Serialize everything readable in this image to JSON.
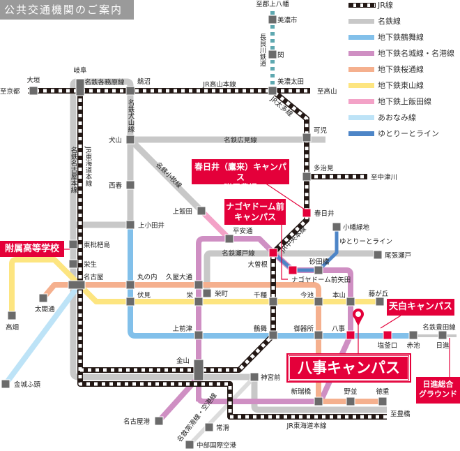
{
  "title": "公共交通機関のご案内",
  "legend": [
    {
      "label": "JR線",
      "color": "#231815"
    },
    {
      "label": "名鉄線",
      "color": "#c8c8c8"
    },
    {
      "label": "地下鉄鶴舞線",
      "color": "#82c0ea"
    },
    {
      "label": "地下鉄名城線・名港線",
      "color": "#cf8fc3"
    },
    {
      "label": "地下鉄桜通線",
      "color": "#f5b08e"
    },
    {
      "label": "地下鉄東山線",
      "color": "#fde580"
    },
    {
      "label": "地下鉄上飯田線",
      "color": "#f3a2c7"
    },
    {
      "label": "あおなみ線",
      "color": "#bde3f7"
    },
    {
      "label": "ゆとりーとライン",
      "color": "#4d85c7"
    }
  ],
  "colors": {
    "campus": "#e4003a",
    "station": "#6b6b6b",
    "nagaragawa": "#5ea8b0"
  },
  "stations": {
    "ogaki": "大垣",
    "gifu": "岐阜",
    "unuma": "鵜沼",
    "minoota": "美濃太田",
    "minoshi": "美濃市",
    "seki": "関",
    "inuyama": "犬山",
    "nishiharu": "西春",
    "kamiotai": "上小田井",
    "kamiiida": "上飯田",
    "heiandori": "平安通",
    "higashibiwajima": "東枇杷島",
    "sako": "栄生",
    "nagoya": "名古屋",
    "taikodori": "太閤通",
    "takabata": "高畑",
    "kinjofuto": "金城ふ頭",
    "marunouchi": "丸の内",
    "fushimi": "伏見",
    "hisayaodori": "久屋大通",
    "sakae": "栄",
    "sakaemachi": "栄町",
    "chikusa": "千種",
    "ozone": "大曽根",
    "sunadabashi": "砂田橋",
    "domeyada": "ナゴヤドーム前矢田",
    "obataryokuchi": "小幡緑地",
    "owariseto": "尾張瀬戸",
    "kasugai": "春日井",
    "tajimi": "多治見",
    "kani": "可児",
    "imaike": "今池",
    "motoyama": "本山",
    "fujigaoka": "藤が丘",
    "kamimaezu": "上前津",
    "tsurumai": "鶴舞",
    "gokiso": "御器所",
    "yagoto": "八事",
    "shiogamaguchi": "塩釜口",
    "akaike": "赤池",
    "nisshin": "日進",
    "kanayama": "金山",
    "jingumae": "神宮前",
    "nagoyako": "名古屋港",
    "tokoname": "常滑",
    "chubu_airport": "中部国際空港",
    "aratamabashi": "新瑞橋",
    "nonami": "野並",
    "tokushige": "徳重"
  },
  "line_labels": {
    "jr_takayama": "JR高山本線",
    "meitetsu_kakamigahara": "名鉄各務原線",
    "meitetsu_inuyama": "名鉄犬山線",
    "meitetsu_nagoya": "名鉄名古屋本線",
    "jr_tokaido_v": "JR東海道本線",
    "meitetsu_hiromi": "名鉄広見線",
    "meitetsu_komaki": "名鉄小牧線",
    "nagaragawa": "長良川鉄道",
    "jr_taita": "JR太多線",
    "jr_chuo": "JR中央本線",
    "yutorito": "ゆとりーとライン",
    "meitetsu_seto": "名鉄瀬戸線",
    "meitetsu_toyota": "名鉄豊田線",
    "jr_tokaido_h": "JR東海道本線",
    "meitetsu_tokoname": "名鉄常滑線・空港線"
  },
  "directions": {
    "kyoto": "至京都",
    "takayama": "至高山",
    "gujo": "至郡上八幡",
    "nakatsugawa": "至中津川",
    "toyohashi": "至豊橋"
  },
  "campuses": {
    "kasugai_line1": "春日井（鷹来）キャンパス",
    "kasugai_line2": "附属農場",
    "dome_line1": "ナゴヤドーム前",
    "dome_line2": "キャンパス",
    "highschool": "附属高等学校",
    "tempaku": "天白キャンパス",
    "yagoto": "八事キャンパス",
    "nisshin_line1": "日進総合",
    "nisshin_line2": "グラウンド"
  }
}
